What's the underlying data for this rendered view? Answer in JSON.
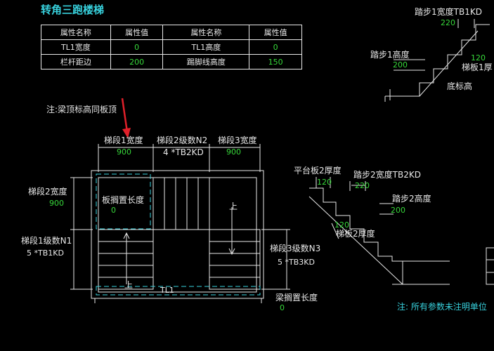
{
  "title": "转角三跑楼梯",
  "table": {
    "headers": [
      "属性名称",
      "属性值",
      "属性名称",
      "属性值"
    ],
    "rows": [
      [
        "TL1宽度",
        "0",
        "TL1高度",
        "0"
      ],
      [
        "栏杆距边",
        "200",
        "踢脚线高度",
        "150"
      ]
    ]
  },
  "note_beam": "注:梁顶标高同板顶",
  "plan": {
    "seg1_width_label": "梯段1宽度",
    "seg1_width_value": "900",
    "seg2_steps_label": "梯段2级数N2",
    "seg2_steps_value": "4 *TB2KD",
    "seg3_width_label": "梯段3宽度",
    "seg3_width_value": "900",
    "seg2_width_label": "梯段2宽度",
    "seg2_width_value": "900",
    "slab_rest_label": "板搁置长度",
    "slab_rest_value": "0",
    "seg1_steps_label": "梯段1级数N1",
    "seg1_steps_value": "5 *TB1KD",
    "seg3_steps_label": "梯段3级数N3",
    "seg3_steps_value": "5 *TB3KD",
    "up_1": "上",
    "up_2": "上",
    "beam_label": "TL1",
    "beam_rest_label": "梁搁置长度",
    "beam_rest_value": "0"
  },
  "section_top": {
    "tread1_label": "踏步1宽度TB1KD",
    "tread1_value": "220",
    "riser1_label": "踏步1高度",
    "riser1_value": "200",
    "slab1_value": "120",
    "slab1_label": "梯板1厚",
    "base_label": "底标高"
  },
  "section_mid": {
    "landing_label": "平台板2厚度",
    "landing_value": "120",
    "tread2_label": "踏步2宽度TB2KD",
    "tread2_value": "220",
    "riser2_label": "踏步2高度",
    "riser2_value": "200",
    "slab2_value": "120",
    "slab2_label": "梯板2厚度"
  },
  "footer_note": "注: 所有参数未注明单位",
  "colors": {
    "background": "#000000",
    "line": "#e8e8e8",
    "value": "#37d83a",
    "accent": "#38d2de",
    "arrow": "#e0202a"
  }
}
